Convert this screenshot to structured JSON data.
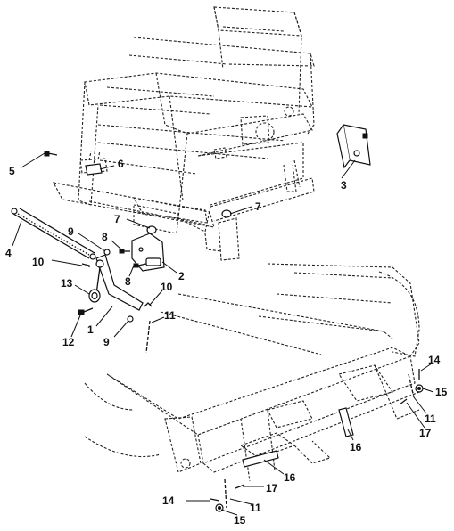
{
  "callouts": [
    {
      "id": "c1",
      "text": "1"
    },
    {
      "id": "c2",
      "text": "2"
    },
    {
      "id": "c3",
      "text": "3"
    },
    {
      "id": "c4",
      "text": "4"
    },
    {
      "id": "c5",
      "text": "5"
    },
    {
      "id": "c6",
      "text": "6"
    },
    {
      "id": "c7a",
      "text": "7"
    },
    {
      "id": "c7b",
      "text": "7"
    },
    {
      "id": "c8a",
      "text": "8"
    },
    {
      "id": "c8b",
      "text": "8"
    },
    {
      "id": "c9a",
      "text": "9"
    },
    {
      "id": "c9b",
      "text": "9"
    },
    {
      "id": "c10a",
      "text": "10"
    },
    {
      "id": "c10b",
      "text": "10"
    },
    {
      "id": "c11a",
      "text": "11"
    },
    {
      "id": "c11b",
      "text": "11"
    },
    {
      "id": "c11c",
      "text": "11"
    },
    {
      "id": "c12",
      "text": "12"
    },
    {
      "id": "c13",
      "text": "13"
    },
    {
      "id": "c14a",
      "text": "14"
    },
    {
      "id": "c14b",
      "text": "14"
    },
    {
      "id": "c15a",
      "text": "15"
    },
    {
      "id": "c15b",
      "text": "15"
    },
    {
      "id": "c16a",
      "text": "16"
    },
    {
      "id": "c16b",
      "text": "16"
    },
    {
      "id": "c17a",
      "text": "17"
    },
    {
      "id": "c17b",
      "text": "17"
    }
  ]
}
